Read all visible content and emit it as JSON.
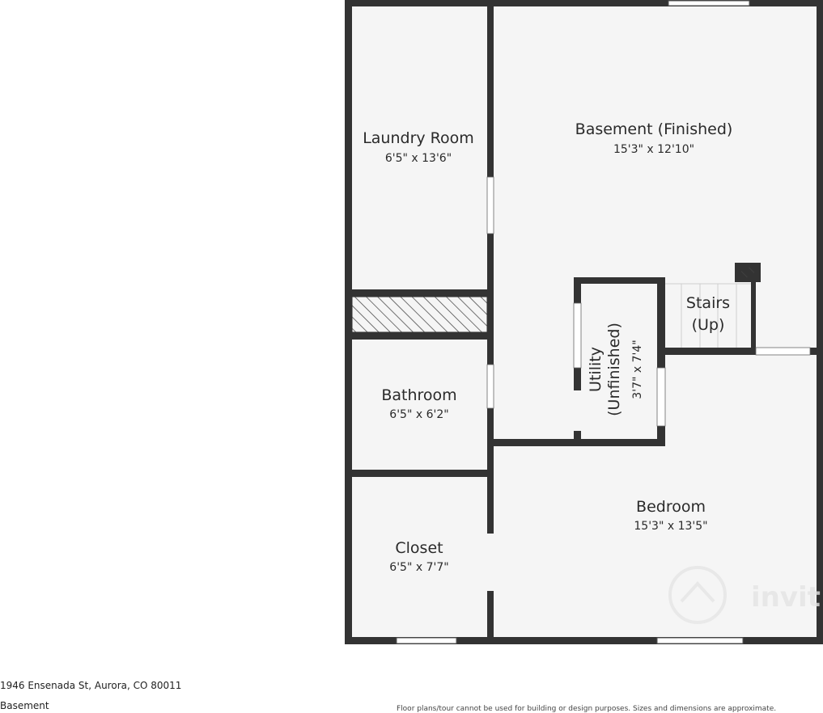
{
  "rooms": {
    "laundry": {
      "name": "Laundry Room",
      "dims": "6'5\" x 13'6\""
    },
    "basement": {
      "name": "Basement (Finished)",
      "dims": "15'3\" x 12'10\""
    },
    "stairs": {
      "name_line1": "Stairs",
      "name_line2": "(Up)"
    },
    "utility": {
      "name_line1": "Utility",
      "name_line2": "(Unfinished)",
      "dims": "3'7\" x 7'4\""
    },
    "bathroom": {
      "name": "Bathroom",
      "dims": "6'5\" x 6'2\""
    },
    "bedroom": {
      "name": "Bedroom",
      "dims": "15'3\" x 13'5\""
    },
    "closet": {
      "name": "Closet",
      "dims": "6'5\" x 7'7\""
    }
  },
  "footer": {
    "address": "1946 Ensenada St, Aurora, CO 80011",
    "level": "Basement",
    "disclaimer": "Floor plans/tour cannot be used for building or design purposes. Sizes and dimensions are approximate."
  },
  "watermark": {
    "text": "invit"
  },
  "colors": {
    "wall": "#333333",
    "floor": "#f5f5f5",
    "text": "#2a2a2a"
  }
}
